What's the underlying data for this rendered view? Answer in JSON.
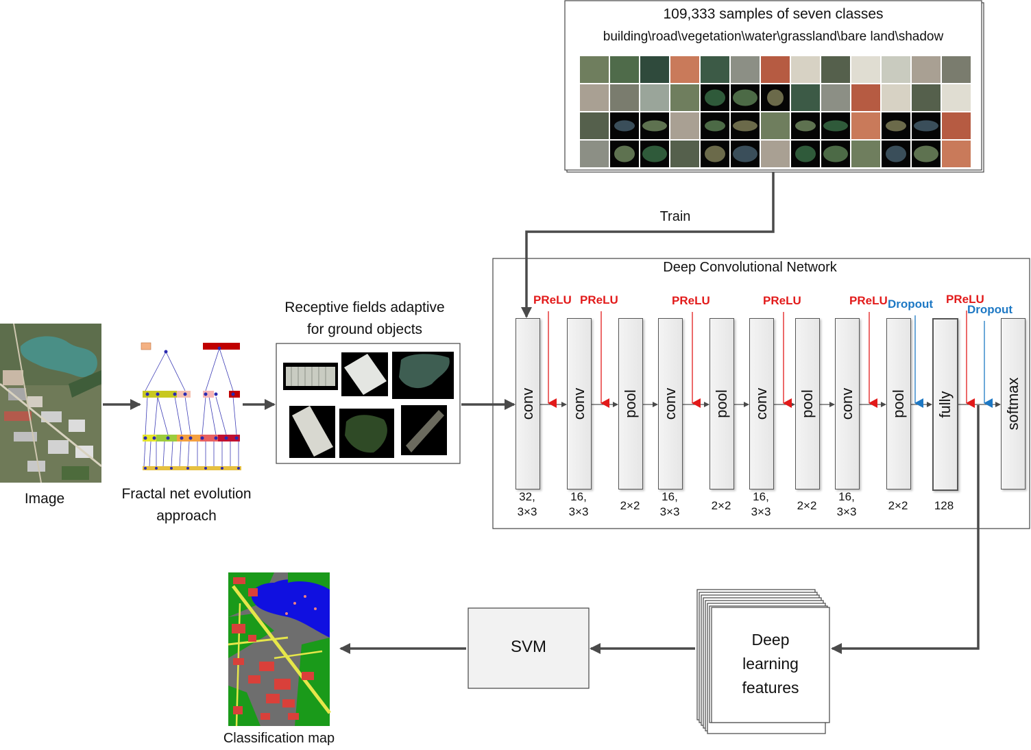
{
  "image_label": "Image",
  "fnea_label": [
    "Fractal net evolution",
    "approach"
  ],
  "receptive_label": [
    "Receptive fields adaptive",
    "for ground objects"
  ],
  "samples": {
    "title": "109,333 samples of seven classes",
    "classes": "building\\road\\vegetation\\water\\grassland\\bare land\\shadow"
  },
  "train_label": "Train",
  "network_title": "Deep Convolutional Network",
  "layers": [
    {
      "name": "conv",
      "param": [
        "32,",
        "3×3"
      ]
    },
    {
      "name": "conv",
      "param": [
        "16,",
        "3×3"
      ]
    },
    {
      "name": "pool",
      "param": [
        "2×2"
      ]
    },
    {
      "name": "conv",
      "param": [
        "16,",
        "3×3"
      ]
    },
    {
      "name": "pool",
      "param": [
        "2×2"
      ]
    },
    {
      "name": "conv",
      "param": [
        "16,",
        "3×3"
      ]
    },
    {
      "name": "pool",
      "param": [
        "2×2"
      ]
    },
    {
      "name": "conv",
      "param": [
        "16,",
        "3×3"
      ]
    },
    {
      "name": "pool",
      "param": [
        "2×2"
      ]
    },
    {
      "name": "fully",
      "param": [
        "128"
      ]
    },
    {
      "name": "softmax",
      "param": []
    }
  ],
  "activations": {
    "prelu": "PReLU",
    "dropout": "Dropout"
  },
  "features_label": [
    "Deep",
    "learning",
    "features"
  ],
  "svm_label": "SVM",
  "classification_label": "Classification map",
  "colors": {
    "arrow": "#4a4a4a",
    "prelu": "#e21a1a",
    "dropout": "#1d78c4",
    "map_building": "#d9403a",
    "map_road": "#e6e64a",
    "map_vegetation": "#1a9a1a",
    "map_water": "#1010e0",
    "map_bare": "#6e6e6e"
  }
}
